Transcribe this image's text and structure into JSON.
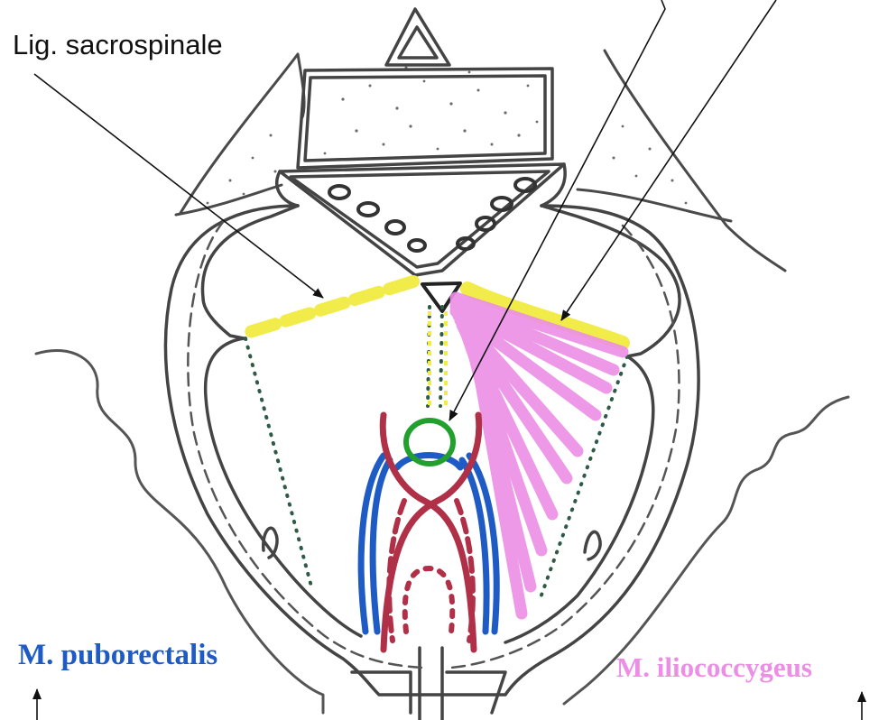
{
  "labels": {
    "sacrospinale": "Lig. sacrospinale",
    "puborectalis": "M. puborectalis",
    "iliococcygeus": "M. iliococcygeus"
  },
  "colors": {
    "outline": "#4a4a4a",
    "ligament": "#f2ec4a",
    "iliococcygeus": "#ec8ee6",
    "puborectalis": "#1f5bc4",
    "rectum": "#b03048",
    "ring": "#21a02e",
    "dotted": "#2f5a45",
    "label_sacro": "#111111",
    "label_pubo": "#1f5bc4",
    "label_ilio": "#ec8ee6"
  },
  "icons": {
    "arrows": "arrow-icon"
  }
}
